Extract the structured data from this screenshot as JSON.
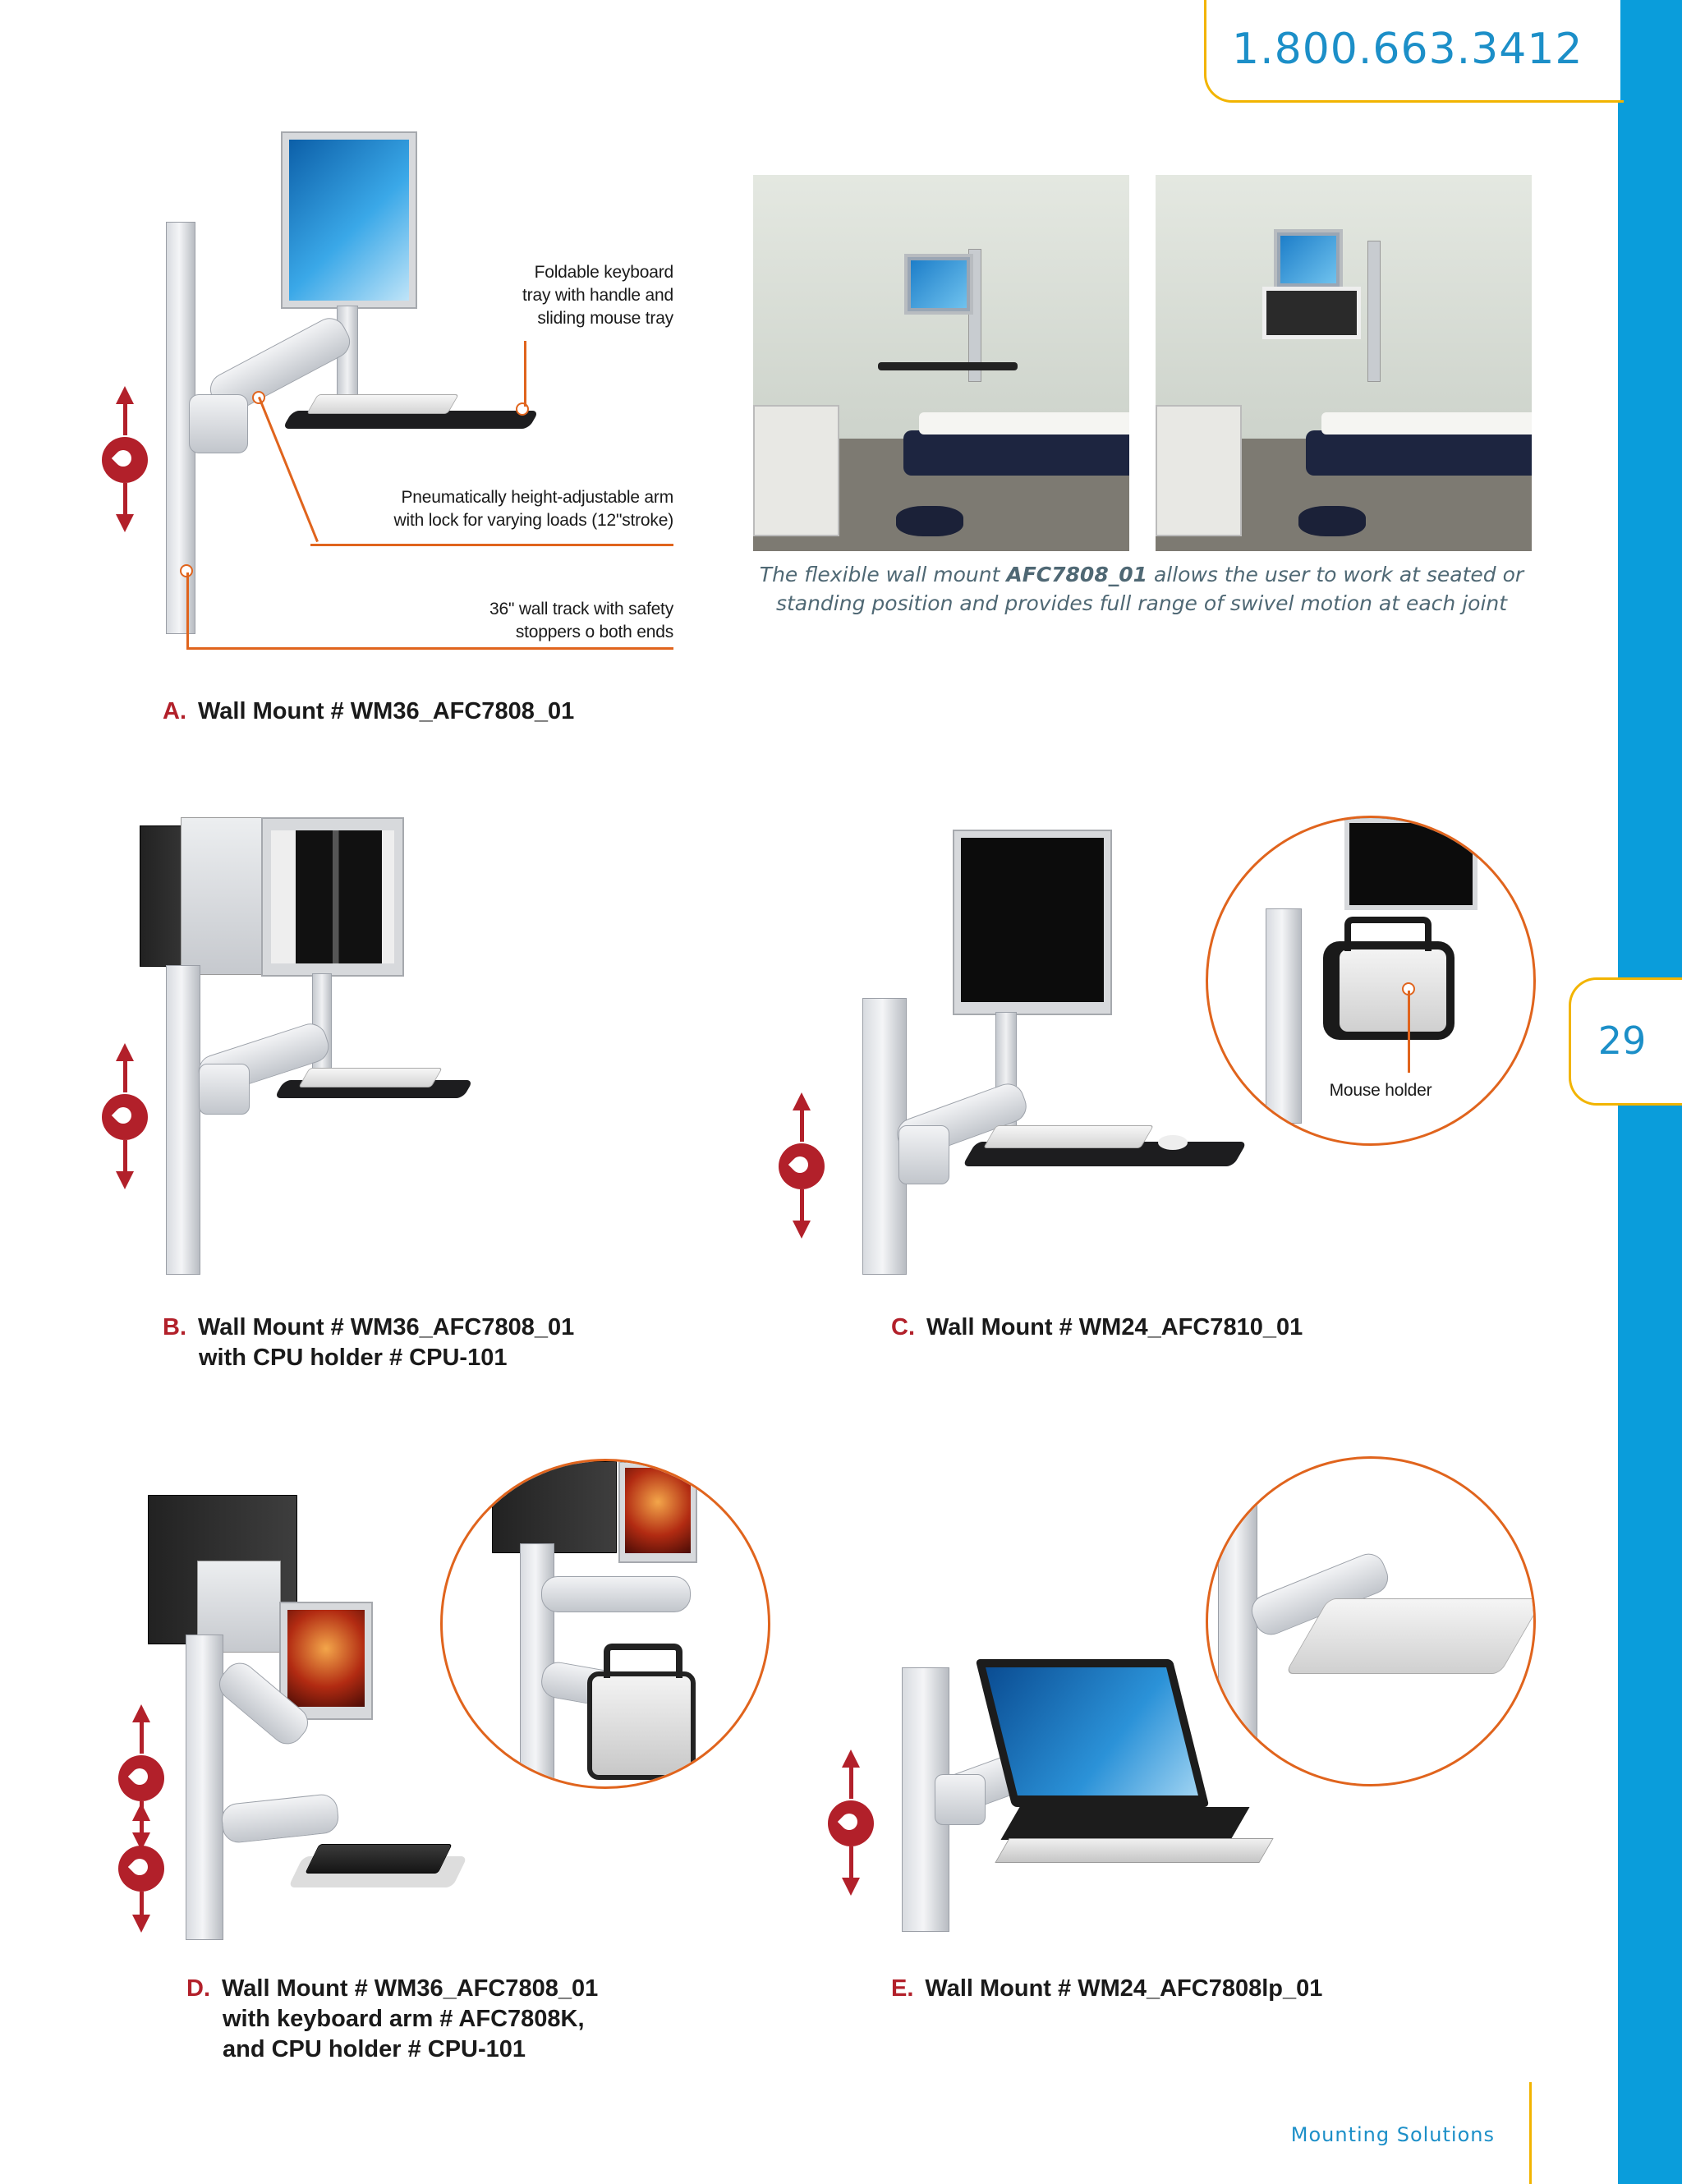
{
  "header": {
    "phone": "1.800.663.3412"
  },
  "page_number": "29",
  "footer": {
    "section": "Mounting Solutions"
  },
  "photo_caption": {
    "before": "The flexible wall mount ",
    "model": "AFC7808_01",
    "after_line1": " allows the user to work at seated or",
    "line2": "standing position and provides full range of swivel motion at each joint"
  },
  "callouts": {
    "keyboard_tray": [
      "Foldable keyboard",
      "tray with handle and",
      "sliding mouse tray"
    ],
    "arm": [
      "Pneumatically height-adjustable arm",
      "with lock for varying loads (12\"stroke)"
    ],
    "track": [
      "36\" wall track with safety",
      "stoppers o both ends"
    ],
    "mouse_holder": "Mouse holder"
  },
  "products": {
    "a": {
      "letter": "A.",
      "line1": "Wall Mount # WM36_AFC7808_01"
    },
    "b": {
      "letter": "B.",
      "line1": "Wall Mount # WM36_AFC7808_01",
      "line2": "with CPU holder # CPU-101"
    },
    "c": {
      "letter": "C.",
      "line1": "Wall Mount # WM24_AFC7810_01"
    },
    "d": {
      "letter": "D.",
      "line1": "Wall Mount # WM36_AFC7808_01",
      "line2": "with keyboard arm # AFC7808K,",
      "line3": "and CPU holder # CPU-101"
    },
    "e": {
      "letter": "E.",
      "line1": "Wall Mount # WM24_AFC7808lp_01"
    }
  },
  "colors": {
    "accent_blue": "#0a9ddb",
    "accent_gold": "#f2b400",
    "accent_red": "#b2202a",
    "leader_orange": "#e0641d"
  },
  "icons": [
    "height-adjust-icon"
  ]
}
